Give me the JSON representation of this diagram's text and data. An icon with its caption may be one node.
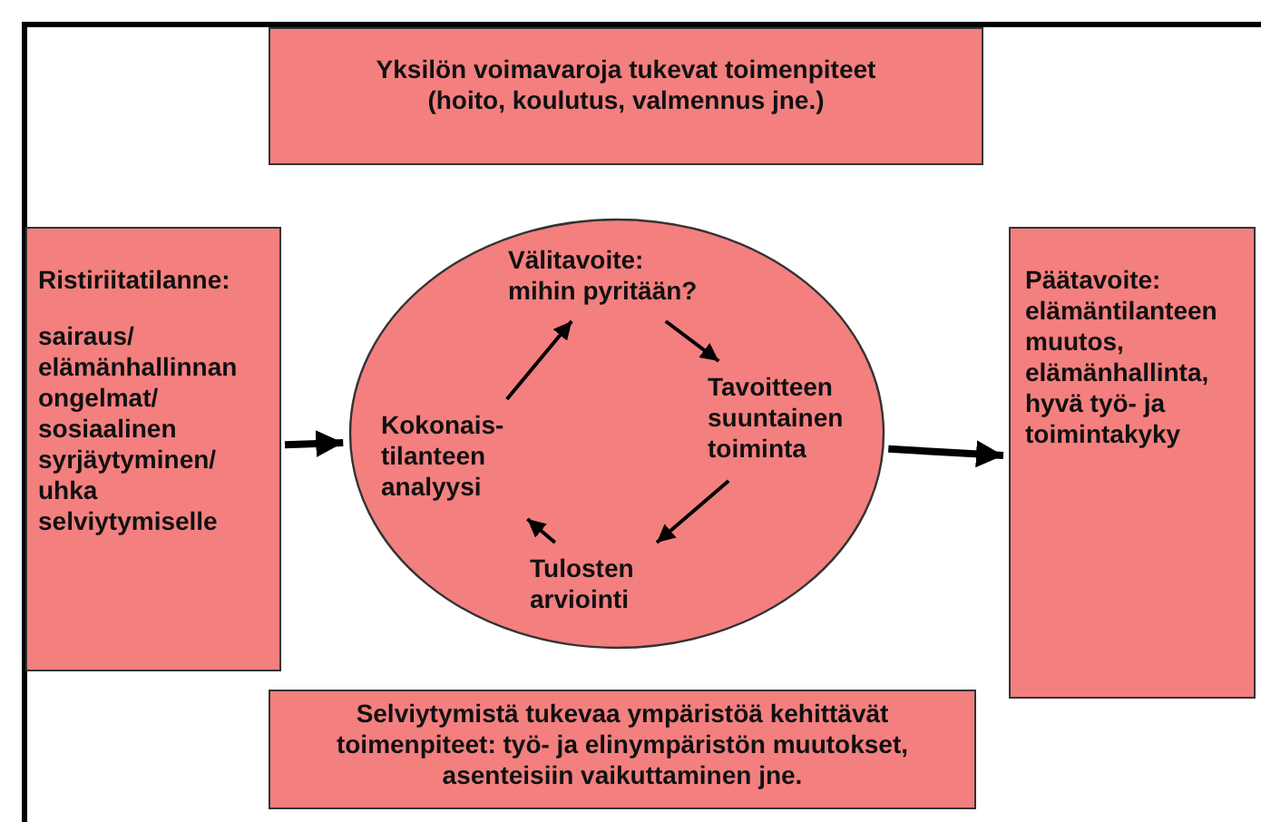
{
  "diagram": {
    "nodes": [
      {
        "text": [
          "Yksilön voimavaroja tukevat toimenpiteet (hoito, koulutus, valmennus jne.)"
        ]
      },
      {
        "text": [
          "Ristiriitatilanne:",
          "sairaus/ elämänhallinnan ongelmat/ sosiaalinen syrjäytyminen/ uhka selviytymiselle"
        ]
      },
      {
        "text": [],
        "shape": "ellipse"
      },
      {
        "text": [
          "Välitavoite: mihin pyritään?"
        ],
        "in": 2
      },
      {
        "text": [
          "Tavoitteen suuntainen toiminta"
        ],
        "in": 2
      },
      {
        "text": [
          "Tulosten arviointi"
        ],
        "in": 2
      },
      {
        "text": [
          "Kokonais- tilanteen analyysi"
        ],
        "in": 2
      },
      {
        "text": [
          "Päätavoite: elämäntilanteen muutos, elämänhallinta, hyvä työ- ja toimintakyky"
        ]
      },
      {
        "text": [
          "Selviytymistä tukevaa ympäristöä kehittävät toimenpiteet: työ- ja elinympäristön muutokset, asenteisiin vaikuttaminen jne."
        ]
      }
    ],
    "edges": [
      {
        "from": 1,
        "to": 2,
        "arrow": "to",
        "style": "thick"
      },
      {
        "from": 2,
        "to": 7,
        "arrow": "to",
        "style": "thick"
      },
      {
        "from": 6,
        "to": 3,
        "arrow": "to"
      },
      {
        "from": 3,
        "to": 4,
        "arrow": "to"
      },
      {
        "from": 4,
        "to": 5,
        "arrow": "to"
      },
      {
        "from": 5,
        "to": 6,
        "arrow": "to"
      }
    ]
  }
}
